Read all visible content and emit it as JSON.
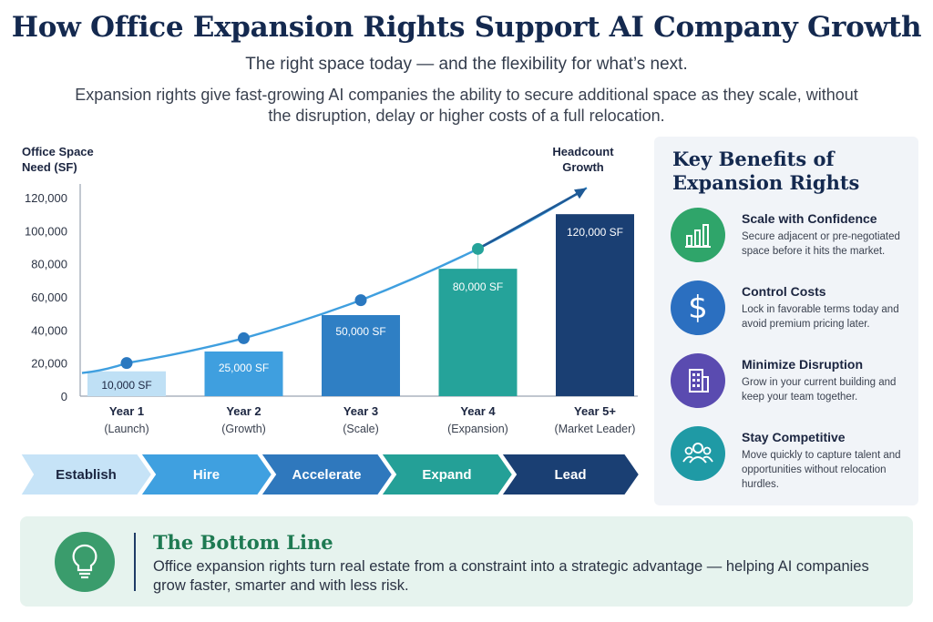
{
  "header": {
    "title": "How Office Expansion Rights Support AI Company Growth",
    "subtitle": "The right space today — and the flexibility for what’s next.",
    "intro": "Expansion rights give fast-growing AI companies the ability to secure additional space as they scale, without the disruption, delay or higher costs of a full relocation."
  },
  "chart_data": {
    "type": "bar",
    "ylabel": "Office Space Need (SF)",
    "trend_label": "Headcount Growth",
    "ylim": [
      0,
      120000
    ],
    "yticks": [
      "0",
      "20,000",
      "40,000",
      "60,000",
      "80,000",
      "100,000",
      "120,000"
    ],
    "categories": [
      "Year 1",
      "Year 2",
      "Year 3",
      "Year 4",
      "Year 5+"
    ],
    "category_sublabels": [
      "(Launch)",
      "(Growth)",
      "(Scale)",
      "(Expansion)",
      "(Market Leader)"
    ],
    "values": [
      15000,
      27000,
      49000,
      77000,
      110000
    ],
    "data_labels": [
      "10,000 SF",
      "25,000 SF",
      "50,000 SF",
      "80,000 SF",
      "120,000 SF"
    ],
    "trend_points": [
      20000,
      35000,
      58000,
      89000
    ],
    "colors": [
      "#bfe0f5",
      "#3f9fdf",
      "#2f7fc4",
      "#25a39a",
      "#1a3f73"
    ],
    "trend_color": "#1f5a96",
    "grid": false
  },
  "phases": {
    "items": [
      "Establish",
      "Hire",
      "Accelerate",
      "Expand",
      "Lead"
    ],
    "colors": [
      "#c6e3f7",
      "#3fa0e0",
      "#2f78bd",
      "#24a097",
      "#1a3f73"
    ],
    "text_colors": [
      "#1b2540",
      "#ffffff",
      "#ffffff",
      "#ffffff",
      "#ffffff"
    ]
  },
  "benefits": {
    "title": "Key Benefits of Expansion Rights",
    "items": [
      {
        "title": "Scale with Confidence",
        "text": "Secure adjacent or pre-negotiated space before it hits the market.",
        "icon": "bar-chart-icon",
        "color": "#2fa56a"
      },
      {
        "title": "Control Costs",
        "text": "Lock in favorable terms today and avoid premium pricing later.",
        "icon": "dollar-icon",
        "color": "#2b6fc0"
      },
      {
        "title": "Minimize Disruption",
        "text": "Grow in your current building and keep your team together.",
        "icon": "building-icon",
        "color": "#5a4bb0"
      },
      {
        "title": "Stay Competitive",
        "text": "Move quickly to capture talent and opportunities without relocation hurdles.",
        "icon": "people-icon",
        "color": "#1f9aa5"
      }
    ]
  },
  "bottom_line": {
    "title": "The Bottom Line",
    "text": "Office expansion rights turn real estate from a constraint into a strategic advantage — helping AI companies grow faster, smarter and with less risk.",
    "icon": "lightbulb-icon",
    "color": "#3a9c6c"
  }
}
